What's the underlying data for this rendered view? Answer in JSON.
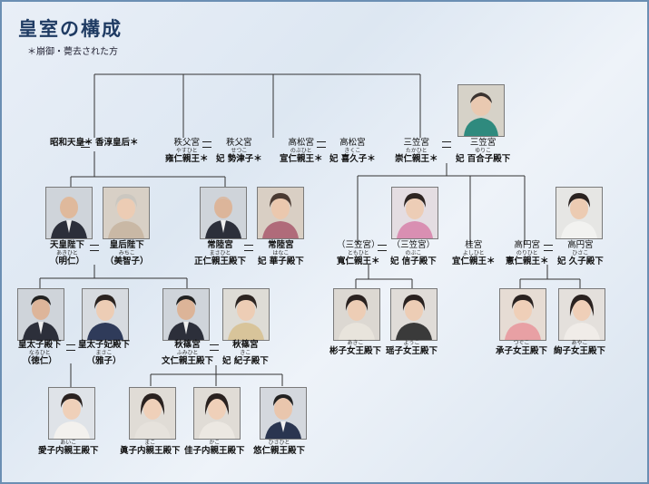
{
  "title": "皇室の構成",
  "note": "＊崩御・薨去された方",
  "people": {
    "showa": {
      "name": "昭和天皇＊"
    },
    "kojun": {
      "name": "香淳皇后＊"
    },
    "chichibu_title": {
      "name": "秩父宮"
    },
    "chichibu_ruby": {
      "name": "やすひと"
    },
    "chichibu": {
      "name": "雍仁親王＊"
    },
    "chichibu_wife_title": {
      "name": "秩父宮"
    },
    "chichibu_wife_ruby": {
      "name": "せつこ"
    },
    "chichibu_wife": {
      "name": "妃 勢津子＊"
    },
    "takamatsu_title": {
      "name": "高松宮"
    },
    "takamatsu_ruby": {
      "name": "のぶひと"
    },
    "takamatsu": {
      "name": "宣仁親王＊"
    },
    "takamatsu_wife_title": {
      "name": "高松宮"
    },
    "takamatsu_wife_ruby": {
      "name": "きくこ"
    },
    "takamatsu_wife": {
      "name": "妃 喜久子＊"
    },
    "mikasa_title": {
      "name": "三笠宮"
    },
    "mikasa_ruby": {
      "name": "たかひと"
    },
    "mikasa": {
      "name": "崇仁親王＊"
    },
    "mikasa_wife_title": {
      "name": "三笠宮"
    },
    "mikasa_wife_ruby": {
      "name": "ゆりこ"
    },
    "mikasa_wife": {
      "name": "妃 百合子殿下"
    },
    "akihito_title": {
      "name": "天皇陛下"
    },
    "akihito_ruby": {
      "name": "あきひと"
    },
    "akihito": {
      "name": "（明仁）"
    },
    "michiko_title": {
      "name": "皇后陛下"
    },
    "michiko_ruby": {
      "name": "みちこ"
    },
    "michiko": {
      "name": "（美智子）"
    },
    "hitachi_title": {
      "name": "常陸宮"
    },
    "hitachi_ruby": {
      "name": "まさひと"
    },
    "hitachi": {
      "name": "正仁親王殿下"
    },
    "hitachi_wife_title": {
      "name": "常陸宮"
    },
    "hitachi_wife_ruby": {
      "name": "はなこ"
    },
    "hitachi_wife": {
      "name": "妃 華子殿下"
    },
    "tomohito_title": {
      "name": "（三笠宮）"
    },
    "tomohito_ruby": {
      "name": "ともひと"
    },
    "tomohito": {
      "name": "寬仁親王＊"
    },
    "nobuko_title": {
      "name": "（三笠宮）"
    },
    "nobuko_ruby": {
      "name": "のぶこ"
    },
    "nobuko": {
      "name": "妃 信子殿下"
    },
    "katsura_title": {
      "name": "桂宮"
    },
    "katsura_ruby": {
      "name": "よしひと"
    },
    "katsura": {
      "name": "宜仁親王＊"
    },
    "takamado_title": {
      "name": "高円宮"
    },
    "takamado_ruby": {
      "name": "のりひと"
    },
    "takamado": {
      "name": "憲仁親王＊"
    },
    "takamado_wife_title": {
      "name": "高円宮"
    },
    "takamado_wife_ruby": {
      "name": "ひさこ"
    },
    "takamado_wife": {
      "name": "妃 久子殿下"
    },
    "naruhito_title": {
      "name": "皇太子殿下"
    },
    "naruhito_ruby": {
      "name": "なるひと"
    },
    "naruhito": {
      "name": "（徳仁）"
    },
    "masako_title": {
      "name": "皇太子妃殿下"
    },
    "masako_ruby": {
      "name": "まさこ"
    },
    "masako": {
      "name": "（雅子）"
    },
    "akishino_title": {
      "name": "秋篠宮"
    },
    "akishino_ruby": {
      "name": "ふみひと"
    },
    "akishino": {
      "name": "文仁親王殿下"
    },
    "kiko_title": {
      "name": "秋篠宮"
    },
    "kiko_ruby": {
      "name": "きこ"
    },
    "kiko": {
      "name": "妃 紀子殿下"
    },
    "akiko_ruby": {
      "name": "あきこ"
    },
    "akiko": {
      "name": "彬子女王殿下"
    },
    "yoko_ruby": {
      "name": "ようこ"
    },
    "yoko": {
      "name": "瑶子女王殿下"
    },
    "tsuguko_ruby": {
      "name": "つぐこ"
    },
    "tsuguko": {
      "name": "承子女王殿下"
    },
    "ayako_ruby": {
      "name": "あやこ"
    },
    "ayako": {
      "name": "絢子女王殿下"
    },
    "aiko_ruby": {
      "name": "あいこ"
    },
    "aiko": {
      "name": "愛子内親王殿下"
    },
    "mako_ruby": {
      "name": "まこ"
    },
    "mako": {
      "name": "眞子内親王殿下"
    },
    "kako_ruby": {
      "name": "かこ"
    },
    "kako": {
      "name": "佳子内親王殿下"
    },
    "hisahito_ruby": {
      "name": "ひさひと"
    },
    "hisahito": {
      "name": "悠仁親王殿下"
    }
  }
}
